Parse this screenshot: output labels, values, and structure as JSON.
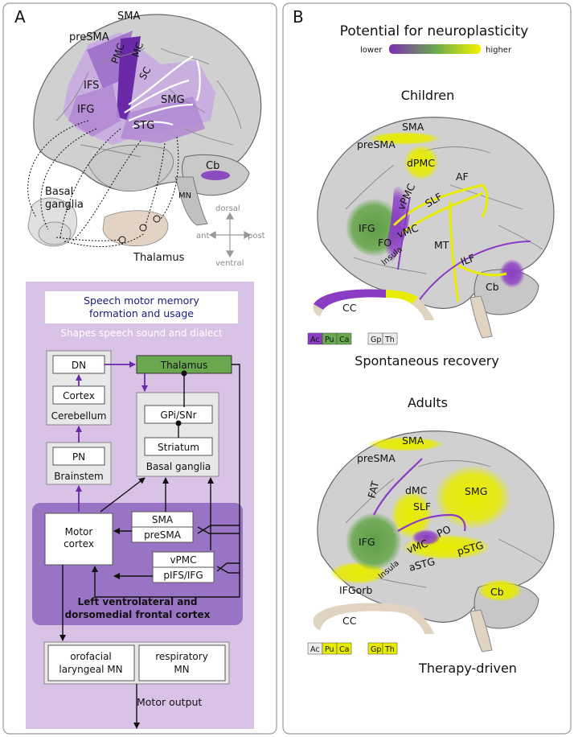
{
  "panel_a": {
    "letter": "A",
    "brain_labels": {
      "presma": "preSMA",
      "sma": "SMA",
      "pmc": "PMC",
      "mc": "MC",
      "sc": "SC",
      "ifs": "IFS",
      "ifg": "IFG",
      "smg": "SMG",
      "stg": "STG",
      "cb": "Cb",
      "mn": "MN"
    },
    "basal_ganglia": [
      "Basal",
      "ganglia"
    ],
    "thalamus": "Thalamus",
    "compass": {
      "dorsal": "dorsal",
      "ventral": "ventral",
      "ant": "ant",
      "post": "post"
    },
    "box_title": [
      "Speech motor memory",
      "formation and usage"
    ],
    "box_subtitle": "Shapes speech sound and dialect",
    "nodes": {
      "dn": "DN",
      "cortex": "Cortex",
      "cerebellum": "Cerebellum",
      "thalamus": "Thalamus",
      "gpi": "GPi/SNr",
      "striatum": "Striatum",
      "basal_ganglia": "Basal ganglia",
      "pn": "PN",
      "brainstem": "Brainstem",
      "motor_cortex": [
        "Motor",
        "cortex"
      ],
      "sma": "SMA",
      "presma": "preSMA",
      "vpmc": "vPMC",
      "pifs": "pIFS/IFG",
      "frontal": [
        "Left ventrolateral and",
        "dorsomedial frontal cortex"
      ],
      "orofacial": [
        "orofacial",
        "laryngeal MN"
      ],
      "respiratory": [
        "respiratory",
        "MN"
      ],
      "output": "Motor output"
    }
  },
  "panel_b": {
    "letter": "B",
    "title": "Potential for neuroplasticity",
    "scale_lower": "lower",
    "scale_higher": "higher",
    "children": {
      "heading": "Children",
      "labels": {
        "presma": "preSMA",
        "sma": "SMA",
        "dpmc": "dPMC",
        "vpmc": "vPMC",
        "ifg": "IFG",
        "fo": "FO",
        "vmc": "vMC",
        "insula": "Insula",
        "slf": "SLF",
        "af": "AF",
        "mt": "MT",
        "ilf": "ILF",
        "cb": "Cb",
        "cc": "CC"
      },
      "legend": [
        "Ac",
        "Pu",
        "Ca",
        "Gp",
        "Th"
      ],
      "caption": "Spontaneous recovery"
    },
    "adults": {
      "heading": "Adults",
      "labels": {
        "presma": "preSMA",
        "sma": "SMA",
        "fat": "FAT",
        "dmc": "dMC",
        "slf": "SLF",
        "smg": "SMG",
        "ifg": "IFG",
        "po": "PO",
        "vmc": "vMC",
        "pstg": "pSTG",
        "astg": "aSTG",
        "insula": "Insula",
        "ifgorb": "IFGorb",
        "cb": "Cb",
        "cc": "CC"
      },
      "legend": [
        "Ac",
        "Pu",
        "Ca",
        "Gp",
        "Th"
      ],
      "caption": "Therapy-driven"
    }
  },
  "colors": {
    "purple": "#7b3fb0",
    "light_purple": "#d8c2e6",
    "mid_purple": "#a27dc6",
    "green": "#6aa84f",
    "yellow": "#e8ec00",
    "brain_grey": "#d0d0d0",
    "arrow_purple": "#6a2aa8"
  }
}
